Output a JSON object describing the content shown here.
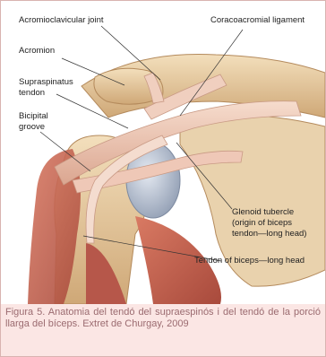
{
  "labels": {
    "acromioclavicular_joint": "Acromioclavicular joint",
    "coracoacromial_ligament": "Coracoacromial ligament",
    "acromion": "Acromion",
    "supraspinatus_line1": "Supraspinatus",
    "supraspinatus_line2": "tendon",
    "bicipital_line1": "Bicipital",
    "bicipital_line2": "groove",
    "glenoid_line1": "Glenoid tubercle",
    "glenoid_line2": "(origin of biceps",
    "glenoid_line3": "tendon—long head)",
    "biceps_tendon": "Tendon of biceps—long head"
  },
  "caption": "Figura 5. Anatomia del tendó del supraespinós i del tendó de la porció llarga del bíceps. Extret de Churgay, 2009",
  "colors": {
    "caption_bg": "#fbe6e4",
    "caption_text": "#9b6b70",
    "bone": "#e8cfa8",
    "muscle": "#c9624f",
    "tendon": "#ecc9b8",
    "cartilage": "#b9c3d2"
  }
}
